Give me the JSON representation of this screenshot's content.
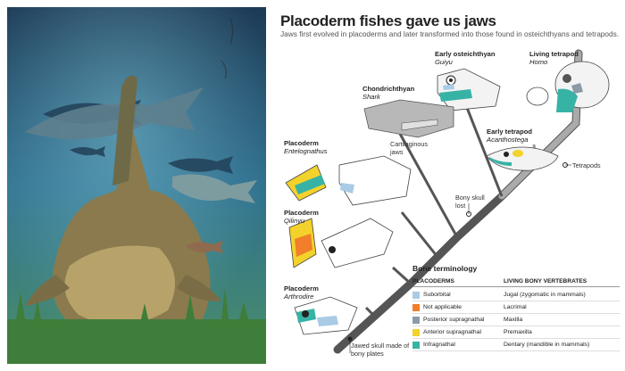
{
  "title": "Placoderm fishes gave us jaws",
  "subtitle": "Jaws first evolved in placoderms and later transformed into those found in osteichthyans and tetrapods.",
  "taxa": {
    "early_osteichthyan": {
      "group": "Early osteichthyan",
      "species": "Guiyu"
    },
    "living_tetrapod": {
      "group": "Living tetrapod",
      "species": "Homo"
    },
    "chondrichthyan": {
      "group": "Chondrichthyan",
      "species": "Shark"
    },
    "early_tetrapod": {
      "group": "Early tetrapod",
      "species": "Acanthostega"
    },
    "placoderm_entelognathus": {
      "group": "Placoderm",
      "species": "Entelognathus"
    },
    "placoderm_qilinyu": {
      "group": "Placoderm",
      "species": "Qilinyu"
    },
    "placoderm_arthrodire": {
      "group": "Placoderm",
      "species": "Arthrodire"
    }
  },
  "annotations": {
    "cartilaginous": "Cartilaginous jaws",
    "bony_lost": "Bony skull lost",
    "tetrapods": "Tetrapods",
    "jawed_skull": "Jawed skull made of bony plates"
  },
  "legend": {
    "heading": "Bone terminology",
    "col_left": "PLACODERMS",
    "col_right": "LIVING BONY VERTEBRATES",
    "rows": [
      {
        "placoderm": "Suborbital",
        "vertebrate": "Jugal (zygomatic in mammals)",
        "color": "#a9cbe6"
      },
      {
        "placoderm": "Not applicable",
        "vertebrate": "Lacrimal",
        "color": "#f07e2a"
      },
      {
        "placoderm": "Posterior supragnathal",
        "vertebrate": "Maxilla",
        "color": "#8c9aa7"
      },
      {
        "placoderm": "Anterior supragnathal",
        "vertebrate": "Premaxilla",
        "color": "#f3d22b"
      },
      {
        "placoderm": "Infragnathal",
        "vertebrate": "Dentary (mandible in mammals)",
        "color": "#37b3a6"
      }
    ]
  }
}
